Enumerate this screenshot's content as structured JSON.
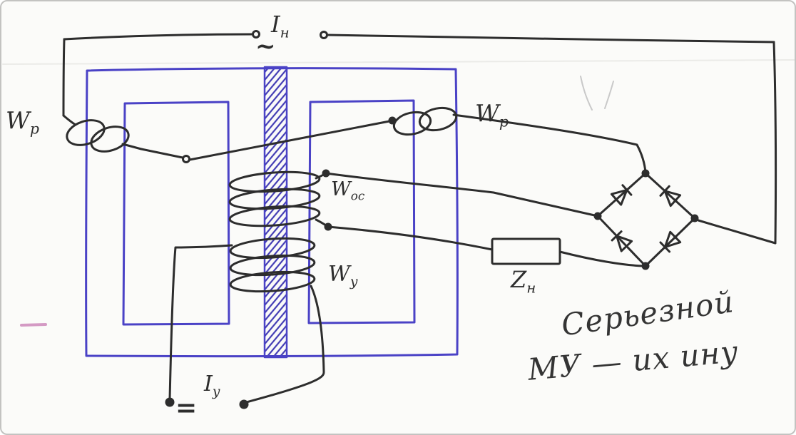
{
  "colors": {
    "ink": "#2d2d2d",
    "core_blue": "#4a42c6",
    "hatch_blue": "#423cb4",
    "paper": "#fbfbf9",
    "pink_mark": "#d49ac4"
  },
  "labels": {
    "load_current": {
      "main": "I",
      "sub": "н"
    },
    "ac_symbol": "~",
    "wp_left": {
      "main": "W",
      "sub": "p"
    },
    "wp_right": {
      "main": "W",
      "sub": "p"
    },
    "feedback_winding": {
      "main": "W",
      "sub": "ос"
    },
    "control_winding": {
      "main": "W",
      "sub": "у"
    },
    "load_impedance": {
      "main": "Z",
      "sub": "н"
    },
    "control_current": {
      "main": "I",
      "sub": "у"
    },
    "dc_symbol": "="
  },
  "note": {
    "line1": "Серьезной",
    "line2": "МУ — их ину"
  }
}
